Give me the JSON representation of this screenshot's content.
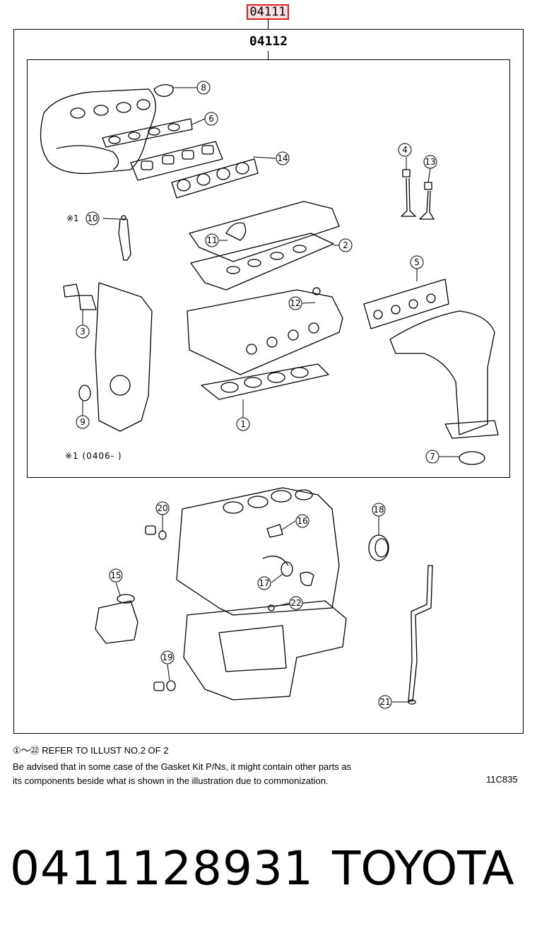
{
  "header": {
    "kit_code": "04111",
    "sub_kit_code": "04112"
  },
  "callouts": [
    "1",
    "2",
    "3",
    "4",
    "5",
    "6",
    "7",
    "8",
    "9",
    "10",
    "11",
    "12",
    "13",
    "14",
    "15",
    "16",
    "17",
    "18",
    "19",
    "20",
    "21",
    "22"
  ],
  "notes": {
    "marker_symbol": "※1",
    "date_range": "※1 (0406-      )",
    "refer": "①～㉒ REFER TO ILLUST NO.2 OF 2",
    "advise_line1": "Be advised that in some case of the Gasket Kit P/Ns,  it might contain other parts as",
    "advise_line2": "its components beside what is shown in the illustration due to commonization.",
    "drawing_id": "11C835"
  },
  "footer": {
    "part_number": "0411128931",
    "brand": "TOYOTA"
  }
}
